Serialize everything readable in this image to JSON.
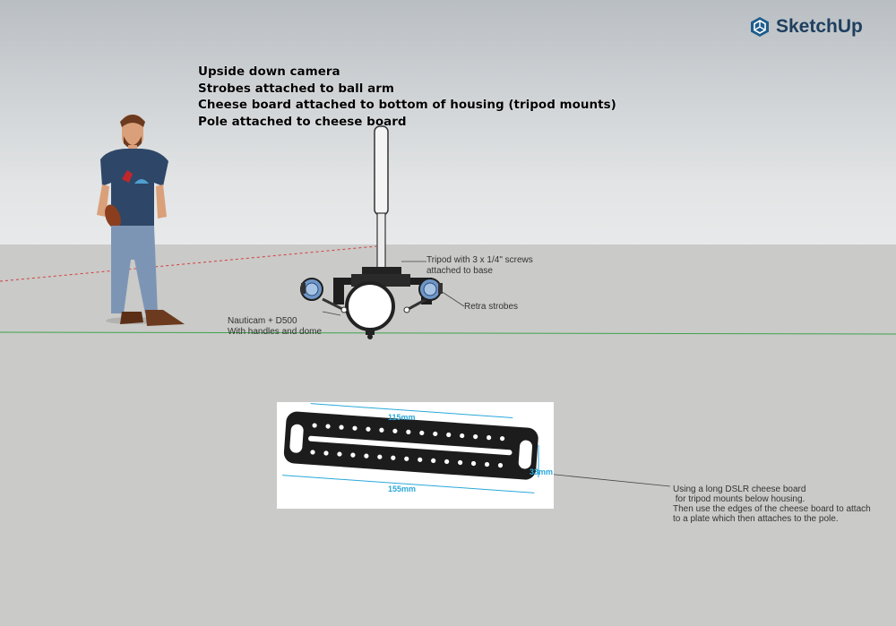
{
  "brand": {
    "name": "SketchUp",
    "icon": "sketchup-logo-icon",
    "color": "#1e5d8c"
  },
  "notes": [
    "Upside down camera",
    "Strobes attached to ball arm",
    "Cheese board attached to bottom of housing (tripod mounts)",
    "Pole attached to cheese board"
  ],
  "labels": {
    "tripod": [
      "Tripod with 3 x 1/4\" screws",
      "attached to base"
    ],
    "strobes": "Retra strobes",
    "housing": [
      "Nauticam + D500",
      "With handles and dome"
    ],
    "cheese_board": [
      "Using a long DSLR cheese board",
      " for tripod mounts below housing.",
      "Then use the edges of the cheese board to attach",
      "to a plate which then attaches to the pole."
    ]
  },
  "dimensions": {
    "length_115": "115mm",
    "length_155": "155mm",
    "width_33": "33mm"
  },
  "colors": {
    "ground_axis": "#3fa34d",
    "red_axis": "#d04040",
    "dimension": "#2aa8d8"
  }
}
